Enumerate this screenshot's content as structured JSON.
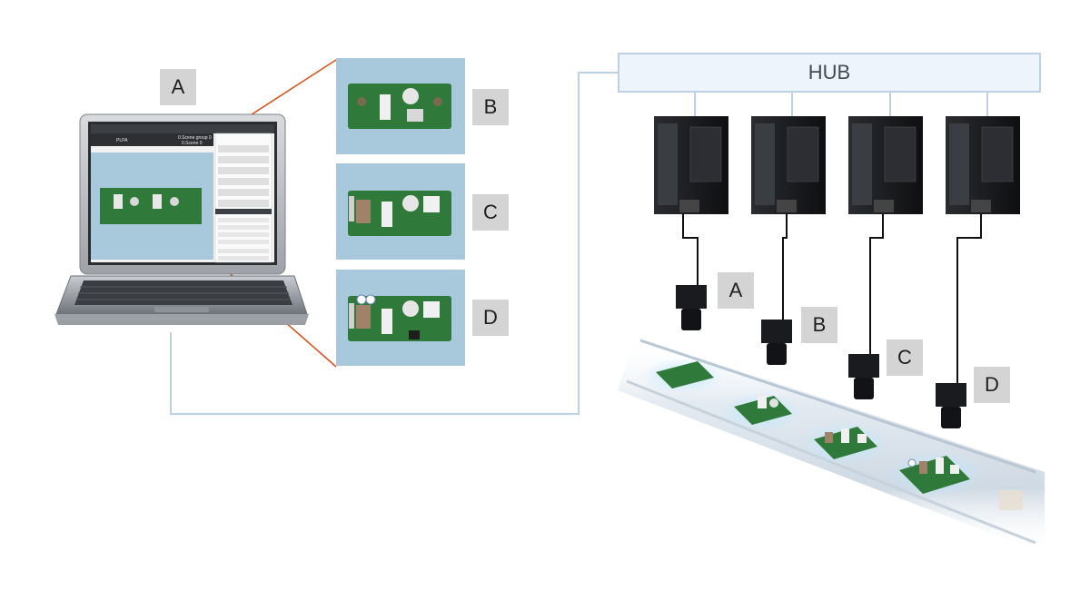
{
  "hub": {
    "label": "HUB"
  },
  "labels": {
    "pc": "A",
    "panel_b": "B",
    "panel_c": "C",
    "panel_d": "D",
    "cam_a": "A",
    "cam_b": "B",
    "cam_c": "C",
    "cam_d": "D"
  },
  "laptop_screen": {
    "header_left": "PLPA",
    "header_right_1": "0.Scene group 0",
    "header_right_2": "0.Scene 0"
  },
  "colors": {
    "hub_fill": "#eef4fb",
    "hub_border": "#bcd0e8",
    "connector_line": "#bcd0e8",
    "zoom_line": "#d9531e",
    "panel_bg": "#a8c8dc",
    "pcb_green": "#2f7a3a",
    "label_bg": "#d4d4d4"
  }
}
